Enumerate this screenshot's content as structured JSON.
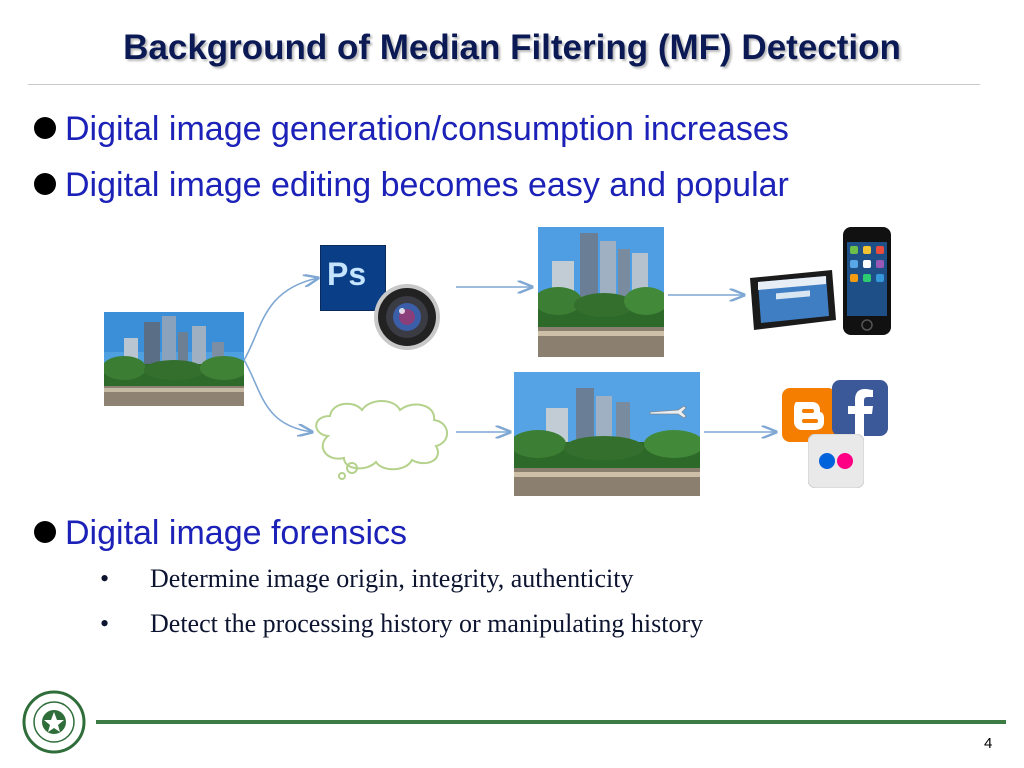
{
  "slide": {
    "title": "Background of Median Filtering (MF) Detection",
    "bullets": [
      "Digital image generation/consumption increases",
      "Digital image editing becomes easy and popular",
      "Digital image forensics"
    ],
    "sub_bullets": [
      "Determine image origin, integrity, authenticity",
      "Detect the processing history or manipulating history"
    ],
    "photoshop_label": "Ps",
    "page_number": "4"
  },
  "colors": {
    "title": "#0b1a55",
    "bullet_text": "#1c22b8",
    "footer_rule": "#3d7b45",
    "arrow": "#7fa7d3"
  },
  "icons": [
    "photoshop-icon",
    "camera-lens-icon",
    "cloud-thought-icon",
    "tablet-icon",
    "smartphone-icon",
    "blogger-icon",
    "facebook-icon",
    "flickr-icon",
    "university-seal-logo"
  ]
}
